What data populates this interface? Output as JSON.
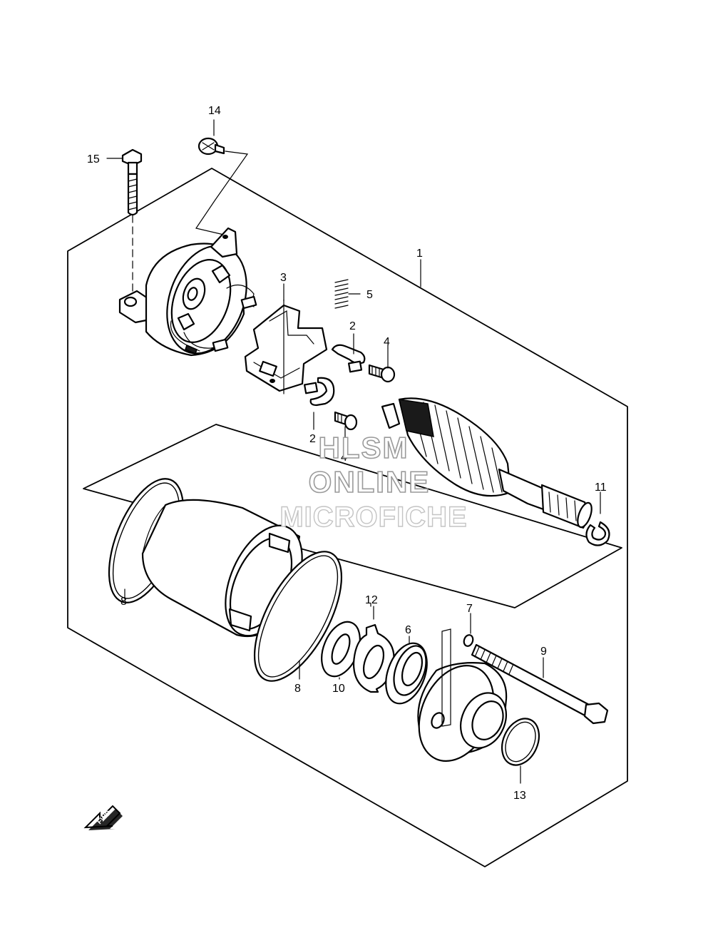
{
  "callouts": {
    "c1": "1",
    "c2a": "2",
    "c2b": "2",
    "c3": "3",
    "c4a": "4",
    "c4b": "4",
    "c5": "5",
    "c6": "6",
    "c7": "7",
    "c8a": "8",
    "c8b": "8",
    "c9": "9",
    "c10": "10",
    "c11": "11",
    "c12": "12",
    "c13": "13",
    "c14": "14",
    "c15": "15"
  },
  "watermark": {
    "line1": "HLSM",
    "line2": "ONLINE",
    "line3": "MICROFICHE"
  },
  "direction_arrow": {
    "label": "FWD",
    "icon": "fwd-arrow-icon"
  }
}
